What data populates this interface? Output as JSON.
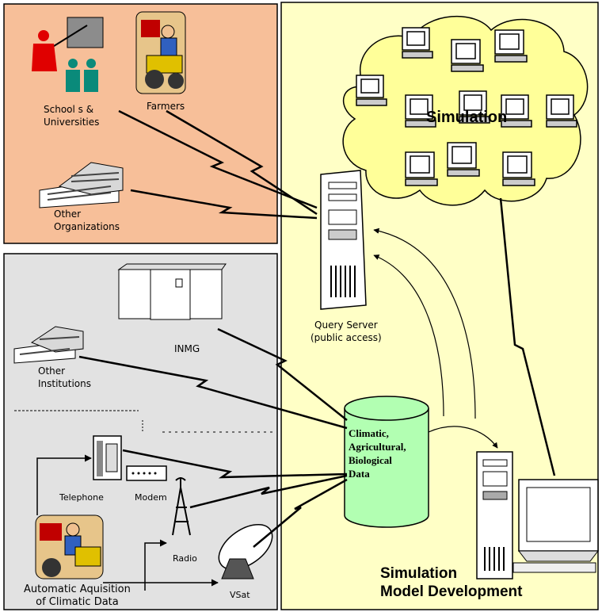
{
  "labels": {
    "schools": "School s &\nUniversities",
    "farmers": "Farmers",
    "other_orgs": "Other\nOrganizations",
    "simulation": "Simulation",
    "query_server": "Query Server\n(public access)",
    "inmg": "INMG",
    "other_institutions": "Other\nInstitutions",
    "data": "Climatic,\nAgricultural,\nBiological\nData",
    "telephone": "Telephone",
    "modem": "Modem",
    "radio": "Radio",
    "vsat": "VSat",
    "acquisition": "Automatic Aquisition\nof Climatic Data",
    "model_dev": "Simulation\nModel Development"
  },
  "colors": {
    "users_panel": "#f7bf99",
    "sources_panel": "#e2e2e2",
    "simulation_panel": "#ffffc6",
    "cloud": "#ffff99",
    "database": "#b2ffb2"
  }
}
